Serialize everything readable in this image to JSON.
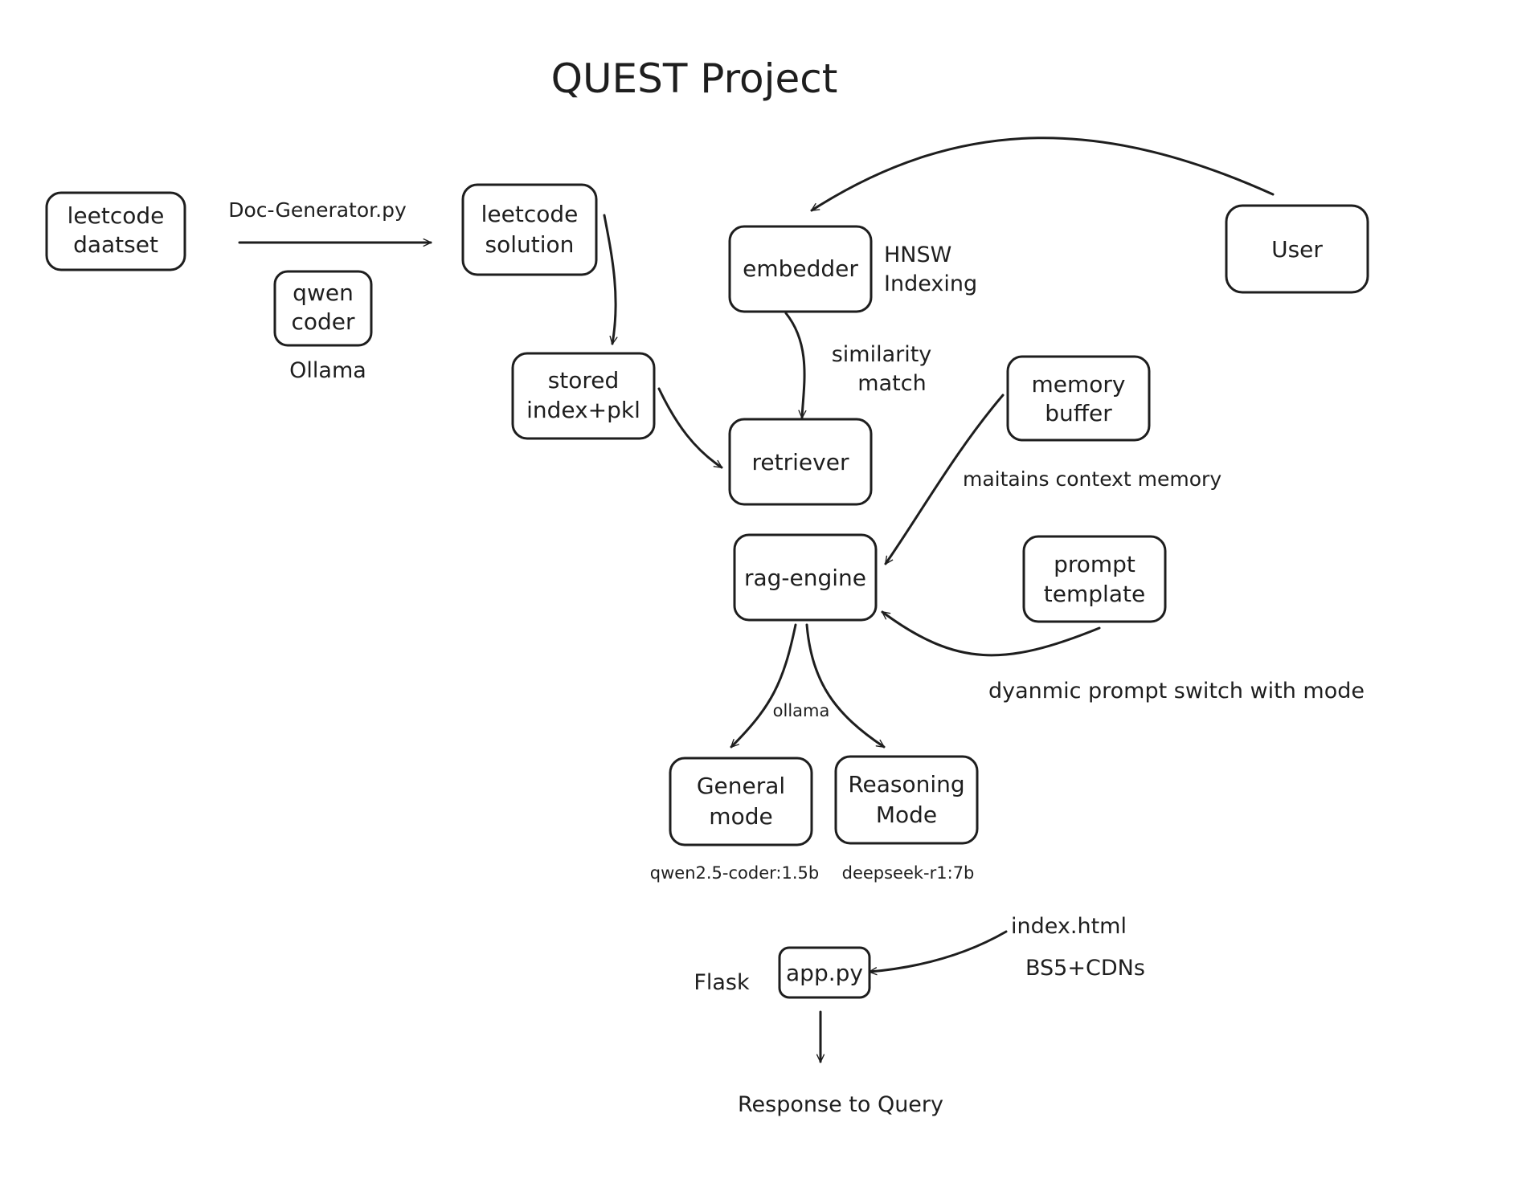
{
  "title": "QUEST Project",
  "colors": {
    "stroke": "#1e1e1e",
    "background": "#ffffff"
  },
  "nodes": [
    {
      "id": "leetcode-dataset",
      "lines": [
        "leetcode",
        "daatset"
      ]
    },
    {
      "id": "qwen-coder",
      "lines": [
        "qwen",
        "coder"
      ]
    },
    {
      "id": "leetcode-solution",
      "lines": [
        "leetcode",
        "solution"
      ]
    },
    {
      "id": "stored-index",
      "lines": [
        "stored",
        "index+pkl"
      ]
    },
    {
      "id": "embedder",
      "lines": [
        "embedder"
      ]
    },
    {
      "id": "user",
      "lines": [
        "User"
      ]
    },
    {
      "id": "retriever",
      "lines": [
        "retriever"
      ]
    },
    {
      "id": "memory-buffer",
      "lines": [
        "memory",
        "buffer"
      ]
    },
    {
      "id": "rag-engine",
      "lines": [
        "rag-engine"
      ]
    },
    {
      "id": "prompt-template",
      "lines": [
        "prompt",
        "template"
      ]
    },
    {
      "id": "general-mode",
      "lines": [
        "General",
        "mode"
      ]
    },
    {
      "id": "reasoning-mode",
      "lines": [
        "Reasoning",
        "Mode"
      ]
    },
    {
      "id": "app-py",
      "lines": [
        "app.py"
      ]
    }
  ],
  "labels": [
    {
      "id": "doc-generator",
      "text": "Doc-Generator.py"
    },
    {
      "id": "ollama-top",
      "text": "Ollama"
    },
    {
      "id": "hnsw",
      "text": "HNSW"
    },
    {
      "id": "indexing",
      "text": "Indexing"
    },
    {
      "id": "similarity",
      "text": "similarity"
    },
    {
      "id": "match",
      "text": "match"
    },
    {
      "id": "context-memory",
      "text": "maitains context memory"
    },
    {
      "id": "dynamic-prompt",
      "text": "dyanmic prompt switch with mode"
    },
    {
      "id": "ollama-mid",
      "text": "ollama"
    },
    {
      "id": "qwen-model",
      "text": "qwen2.5-coder:1.5b"
    },
    {
      "id": "deepseek-model",
      "text": "deepseek-r1:7b"
    },
    {
      "id": "index-html",
      "text": "index.html"
    },
    {
      "id": "bs5",
      "text": "BS5+CDNs"
    },
    {
      "id": "flask",
      "text": "Flask"
    },
    {
      "id": "response",
      "text": "Response to Query"
    }
  ]
}
